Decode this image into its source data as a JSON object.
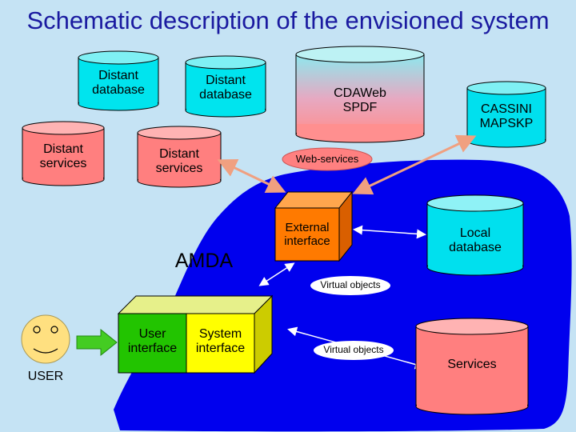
{
  "title": "Schematic description of the envisioned system",
  "nodes": {
    "distant_db_1": {
      "line1": "Distant",
      "line2": "database"
    },
    "distant_db_2": {
      "line1": "Distant",
      "line2": "database"
    },
    "distant_services_1": {
      "line1": "Distant",
      "line2": "services"
    },
    "distant_services_2": {
      "line1": "Distant",
      "line2": "services"
    },
    "cdaweb": {
      "line1": "CDAWeb",
      "line2": "SPDF"
    },
    "cassini": {
      "line1": "CASSINI",
      "line2": "MAPSKP"
    },
    "web_services": "Web-services",
    "external_interface": {
      "line1": "External",
      "line2": "interface"
    },
    "local_database": {
      "line1": "Local",
      "line2": "database"
    },
    "amda": "AMDA",
    "virtual_objects_1": "Virtual objects",
    "virtual_objects_2": "Virtual objects",
    "user_interface": {
      "line1": "User",
      "line2": "interface"
    },
    "system_interface": {
      "line1": "System",
      "line2": "interface"
    },
    "services": "Services",
    "user": "USER"
  },
  "colors": {
    "background": "#c5e3f4",
    "amda_region": "#0000ee",
    "distant_database": "#00e4ee",
    "distant_services": "#ff7f7f",
    "cdaweb_gradient": [
      "#8ee8ee",
      "#ff8f8f"
    ],
    "web_services": "#ff8080",
    "external_interface": "#ff7a00",
    "local_database": "#00e0ee",
    "user_interface": "#22c400",
    "system_interface": "#ffff00",
    "services": "#ff7f7f",
    "user_face": "#ffe080",
    "arrow": "#f0a080",
    "user_arrow": "#44cc22"
  }
}
